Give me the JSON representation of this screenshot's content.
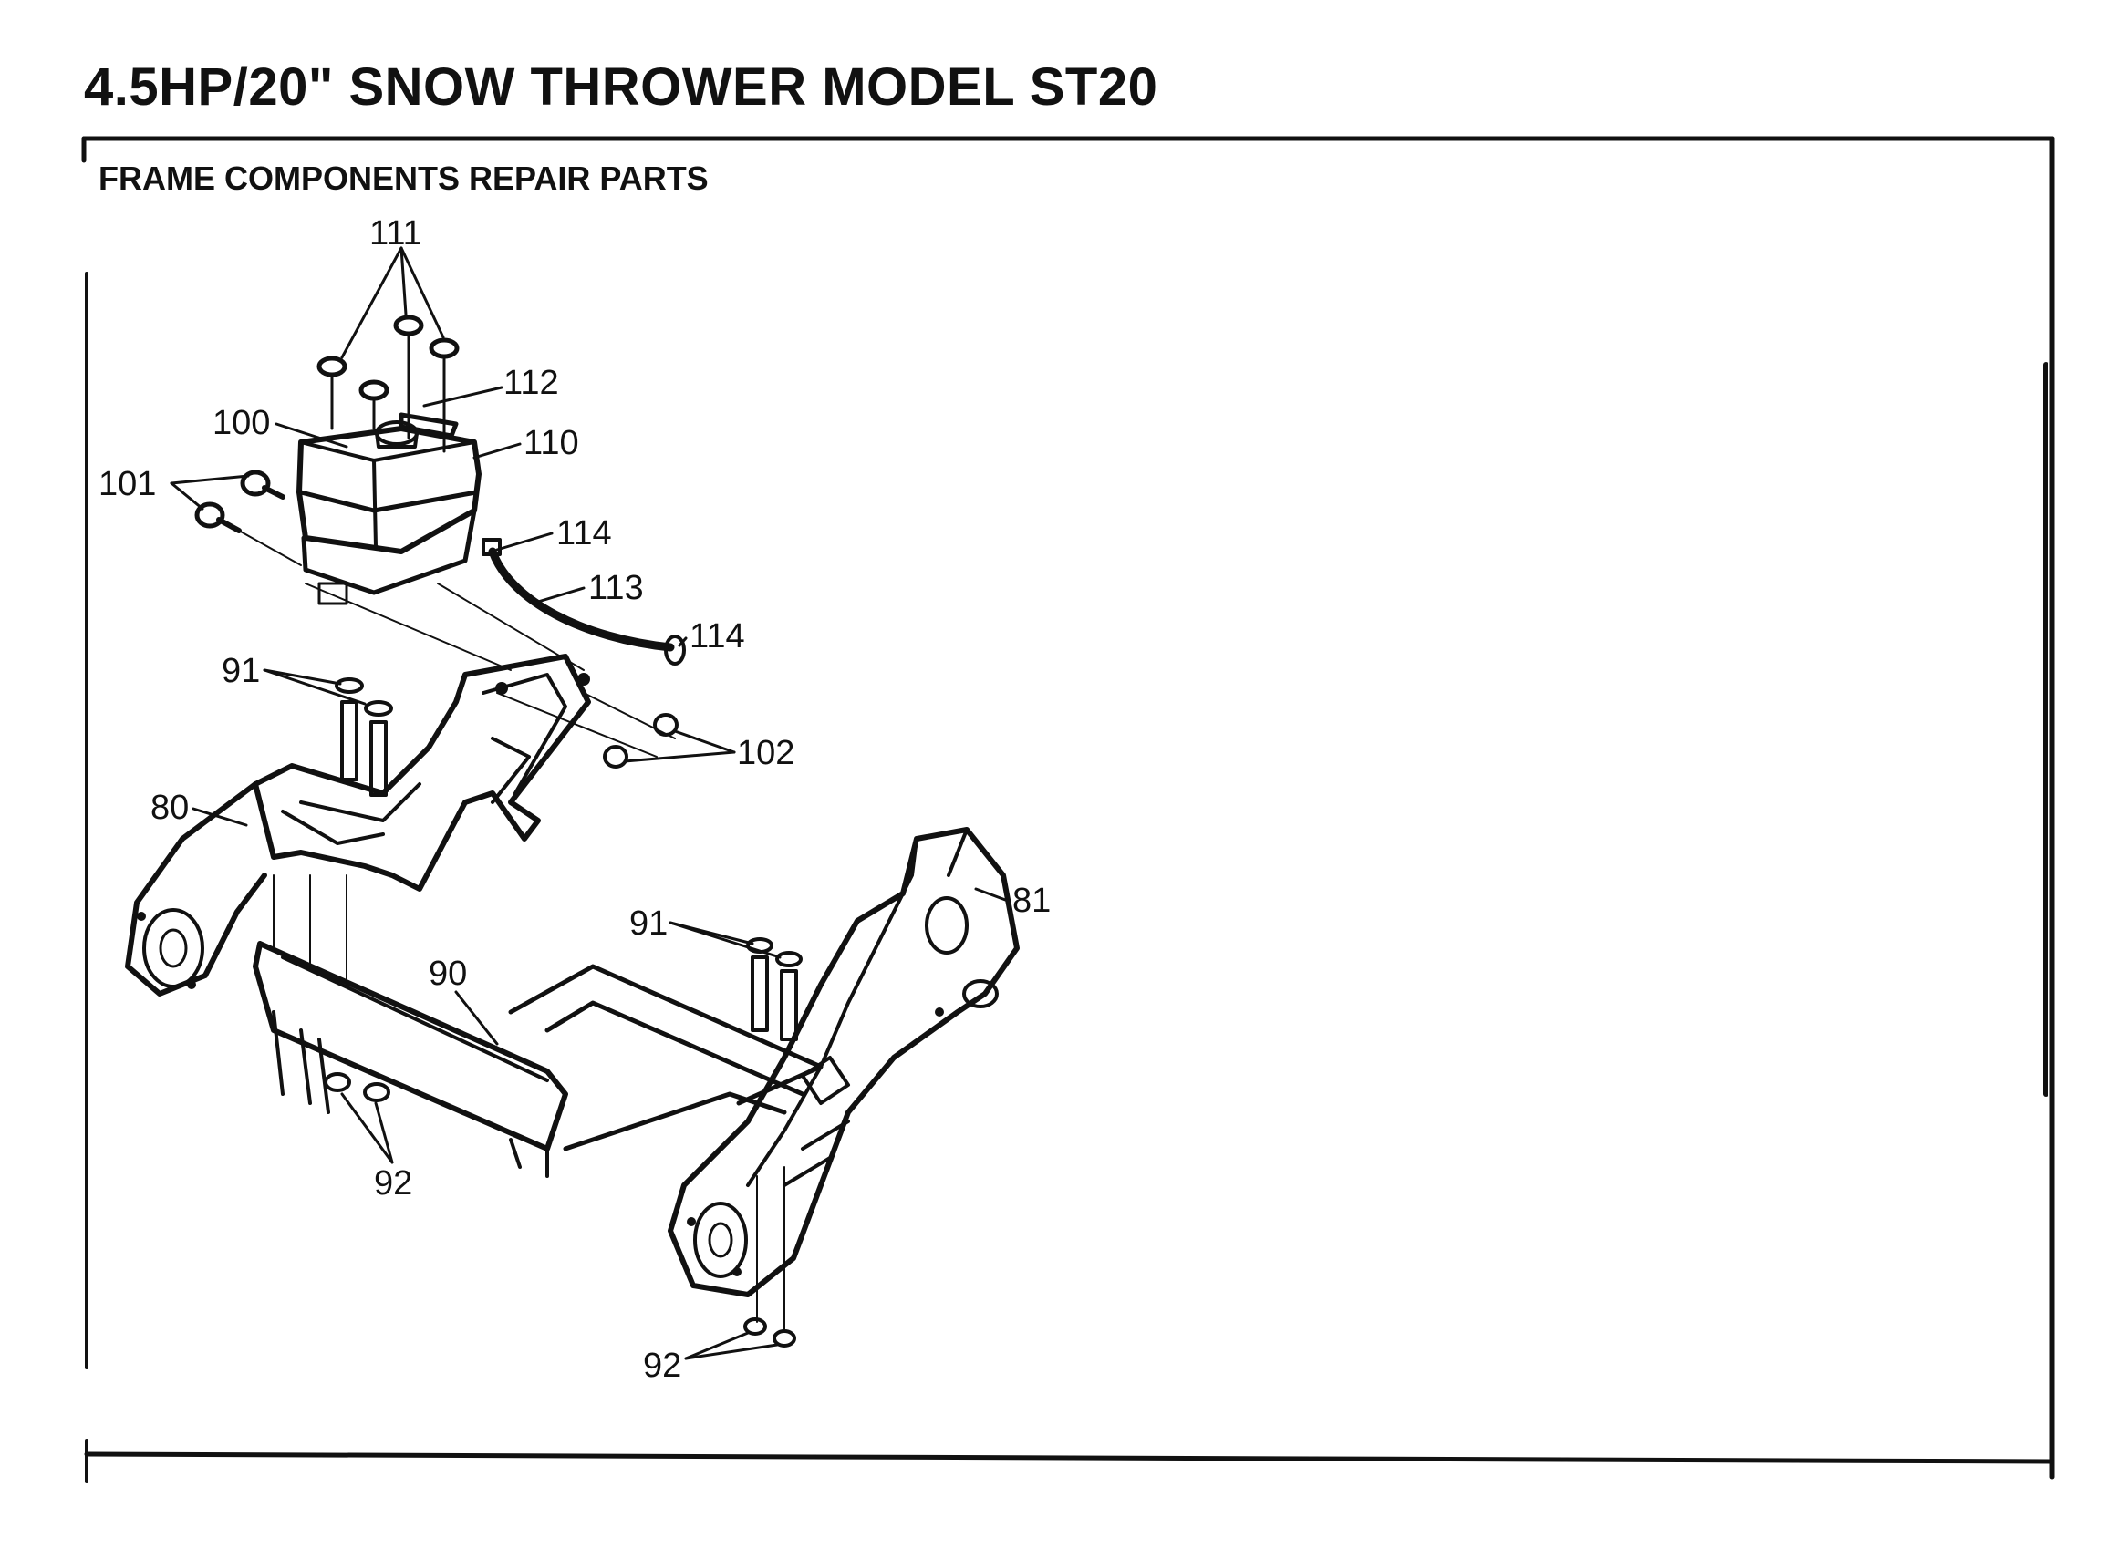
{
  "header": {
    "title": "4.5HP/20\" SNOW THROWER MODEL ST20"
  },
  "diagram": {
    "section_title": "FRAME COMPONENTS REPAIR PARTS",
    "callouts": {
      "p80": "80",
      "p81": "81",
      "p90": "90",
      "p91a": "91",
      "p91b": "91",
      "p92a": "92",
      "p92b": "92",
      "p100": "100",
      "p101": "101",
      "p102": "102",
      "p110": "110",
      "p111": "111",
      "p112": "112",
      "p113": "113",
      "p114a": "114",
      "p114b": "114"
    }
  }
}
